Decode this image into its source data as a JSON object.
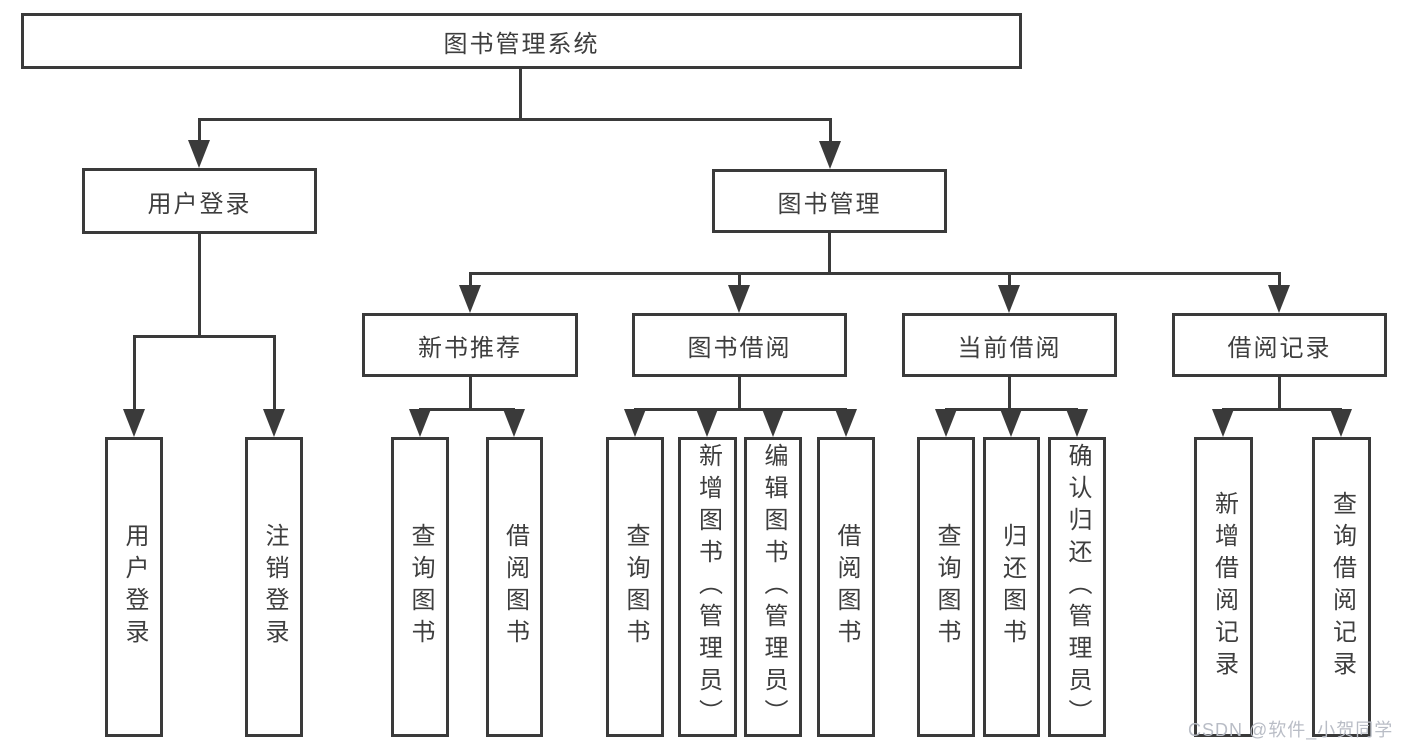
{
  "diagram": {
    "root": {
      "label": "图书管理系统"
    },
    "level2": [
      {
        "label": "用户登录"
      },
      {
        "label": "图书管理"
      }
    ],
    "level3": [
      {
        "label": "新书推荐"
      },
      {
        "label": "图书借阅"
      },
      {
        "label": "当前借阅"
      },
      {
        "label": "借阅记录"
      }
    ],
    "leaves": {
      "user_login": [
        {
          "label": "用户登录"
        },
        {
          "label": "注销登录"
        }
      ],
      "new_book": [
        {
          "label": "查询图书"
        },
        {
          "label": "借阅图书"
        }
      ],
      "book_borrowing": [
        {
          "label": "查询图书"
        },
        {
          "label": "新增图书（管理员）"
        },
        {
          "label": "编辑图书（管理员）"
        },
        {
          "label": "借阅图书"
        }
      ],
      "current_borrowing": [
        {
          "label": "查询图书"
        },
        {
          "label": "归还图书"
        },
        {
          "label": "确认归还（管理员）"
        }
      ],
      "borrowing_records": [
        {
          "label": "新增借阅记录"
        },
        {
          "label": "查询借阅记录"
        }
      ]
    },
    "colors": {
      "line": "#3a3a3a",
      "text": "#3e3e3e",
      "background": "#ffffff",
      "watermark": "#b9bdc6"
    }
  },
  "watermark": {
    "text": "CSDN @软件_小贺同学"
  }
}
